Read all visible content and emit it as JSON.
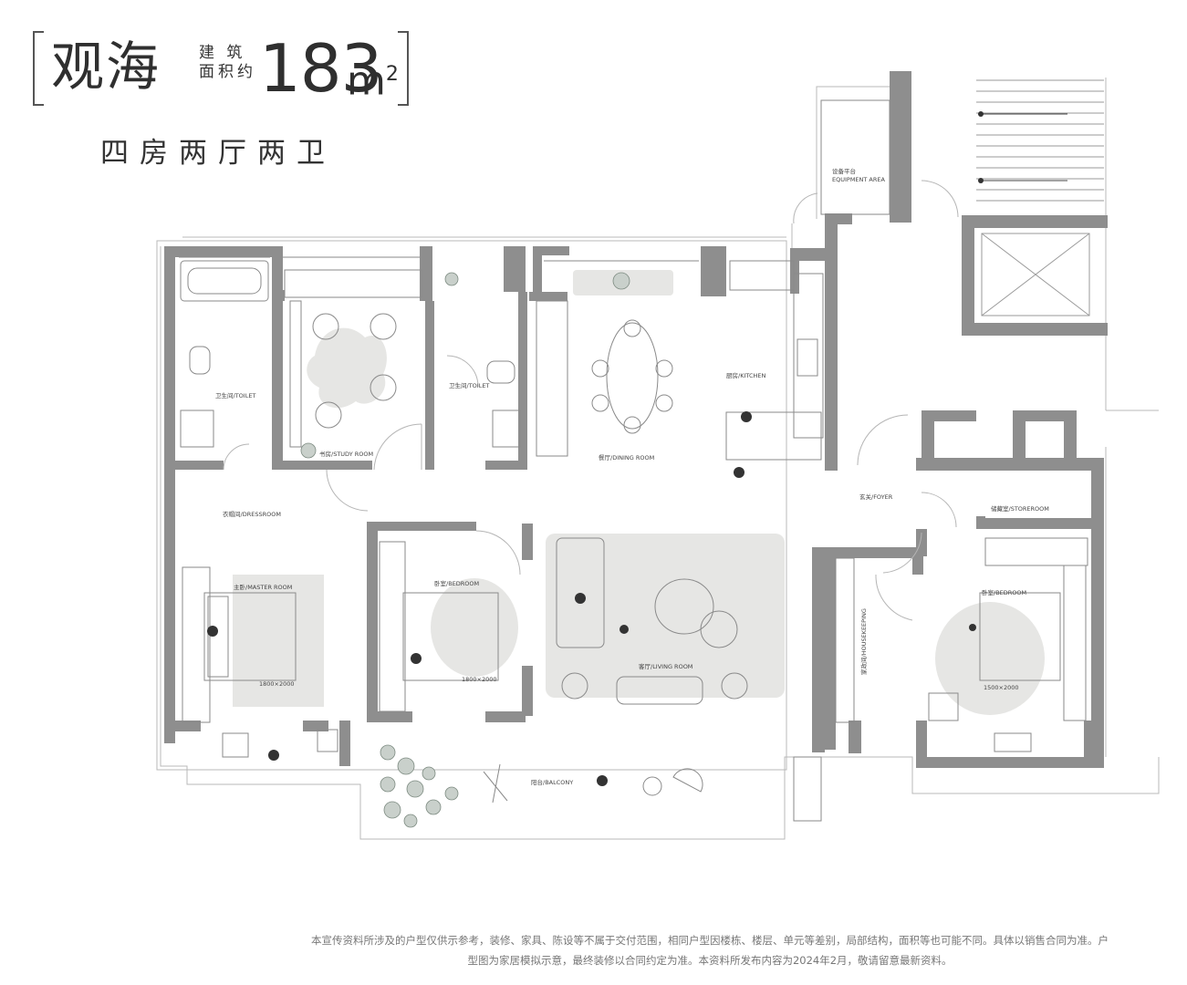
{
  "header": {
    "name": "观海",
    "area_label_line1": "建 筑",
    "area_label_line2": "面积约",
    "area_value": "183",
    "area_unit": "m",
    "area_unit_sup": "2",
    "layout": "四房两厅两卫"
  },
  "rooms": {
    "equipment_cn": "设备平台",
    "equipment_en": "EQUIPMENT AREA",
    "toilet1": "卫生间/TOILET",
    "study": "书房/STUDY ROOM",
    "toilet2": "卫生间/TOILET",
    "dining": "餐厅/DINING ROOM",
    "kitchen": "厨房/KITCHEN",
    "foyer": "玄关/FOYER",
    "storeroom": "储藏室/STOREROOM",
    "dressroom": "衣帽间/DRESSROOM",
    "master": "主卧/MASTER ROOM",
    "bedroom1": "卧室/BEDROOM",
    "living": "客厅/LIVING ROOM",
    "housekeeping": "家政间/HOUSEKEEPING",
    "bedroom2": "卧室/BEDROOM",
    "balcony": "阳台/BALCONY",
    "bed_size1": "1800×2000",
    "bed_size2": "1800×2000",
    "bed_size3": "1500×2000"
  },
  "colors": {
    "wall": "#8c8c8c",
    "wall_dark": "#6f6f6f",
    "floor_rug": "#e4e4e2",
    "line": "#9a9a9a"
  },
  "disclaimer": {
    "line1": "本宣传资料所涉及的户型仅供示参考，装修、家具、陈设等不属于交付范围，相同户型因楼栋、楼层、单元等差别，局部结构，面积等也可能不同。具体以销售合同为准。户",
    "line2": "型图为家居模拟示意，最终装修以合同约定为准。本资料所发布内容为2024年2月，敬请留意最新资料。"
  }
}
